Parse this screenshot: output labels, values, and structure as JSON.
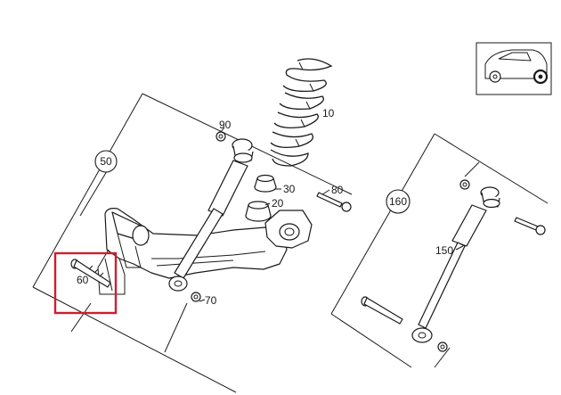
{
  "labels": {
    "p10": "10",
    "p20": "20",
    "p30": "30",
    "p50": "50",
    "p60": "60",
    "p70": "70",
    "p80": "80",
    "p90": "90",
    "p150": "150",
    "p160": "160"
  },
  "colors": {
    "line": "#1a1a1a",
    "highlight": "#cc1f2e",
    "background": "#ffffff"
  },
  "icons": {
    "vehicle": "car-side-rear-wheel-icon"
  }
}
